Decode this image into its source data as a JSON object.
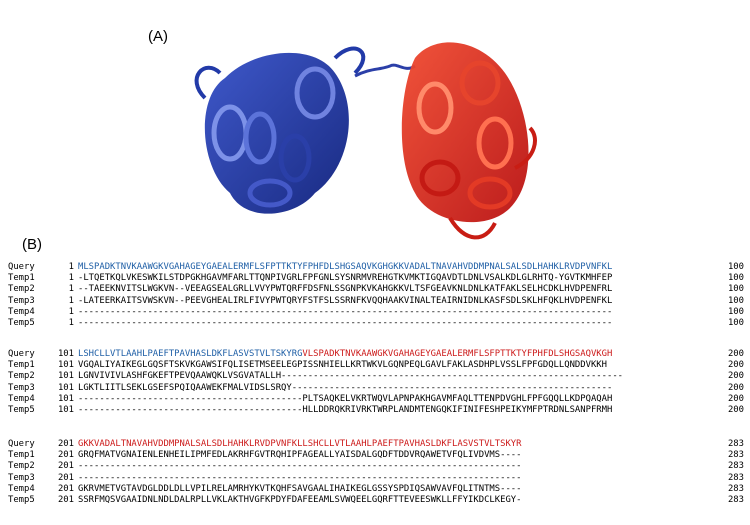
{
  "panel_labels": {
    "a": "(A)",
    "b": "(B)"
  },
  "colors": {
    "domain1": "#1f3fa6",
    "domain2": "#cc1a1a",
    "seq_domain1": "#1f5fa6",
    "seq_domain2": "#cc1a1a"
  },
  "alignment": {
    "blocks": [
      {
        "rows": [
          {
            "name": "Query",
            "start": "1",
            "end": "100",
            "segments": [
              {
                "text": "MLSPADKTNVKAAWGKVGAHAGEYGAEALERMFLSFPTTKTYFPHFDLSHGSAQVKGHGKKVADALTNAVAHVDDMPNALSALSDLHAHKLRVDPVNFKL",
                "color": "blue"
              }
            ]
          },
          {
            "name": "Temp1",
            "start": "1",
            "end": "100",
            "segments": [
              {
                "text": "-LTQETKQLVKESWKILSTDPGKHGAVMFARLTTQNPIVGRLFPFGNLSYSNRMVREHGTKVMKTIGQAVDTLDNLVSALKDLGLRHTQ-YGVTKMHFEP",
                "color": ""
              }
            ]
          },
          {
            "name": "Temp2",
            "start": "1",
            "end": "100",
            "segments": [
              {
                "text": "--TAEEKNVITSLWGKVN--VEEAGSEALGRLLVVYPWTQRFFDSFNLSSGNPKVKAHGKKVLTSFGEAVKNLDNLKATFAKLSELHCDKLHVDPENFRL",
                "color": ""
              }
            ]
          },
          {
            "name": "Temp3",
            "start": "1",
            "end": "100",
            "segments": [
              {
                "text": "-LATEERKAITSVWSKVN--PEEVGHEALIRLFIVYPWTQRYFSTFSLSSRNFKVQQHAAKVINALTEAIRNIDNLKASFSDLSKLHFQKLHVDPENFKL",
                "color": ""
              }
            ]
          },
          {
            "name": "Temp4",
            "start": "1",
            "end": "100",
            "segments": [
              {
                "text": "----------------------------------------------------------------------------------------------------",
                "color": ""
              }
            ]
          },
          {
            "name": "Temp5",
            "start": "1",
            "end": "100",
            "segments": [
              {
                "text": "----------------------------------------------------------------------------------------------------",
                "color": ""
              }
            ]
          }
        ]
      },
      {
        "rows": [
          {
            "name": "Query",
            "start": "101",
            "end": "200",
            "segments": [
              {
                "text": "LSHCLLVTLAAHLPAEFTPAVHASLDKFLASVSTVLTSKYRG",
                "color": "blue"
              },
              {
                "text": "VLSPADKTNVKAAWGKVGAHAGEYGAEALERMFLSFPTTKTYFPHFDLSHGSAQVKGH",
                "color": "red"
              }
            ]
          },
          {
            "name": "Temp1",
            "start": "101",
            "end": "200",
            "segments": [
              {
                "text": "VGQALIYAIKEGLGQSFTSKVKGAWSIFQLISETMSEELEGPISSNHIELLKRTWKVLGQNPEQLGAVLFAKLASDHPLVSSLFPFGDQLLQNDDVKKH",
                "color": ""
              }
            ]
          },
          {
            "name": "Temp2",
            "start": "101",
            "end": "200",
            "segments": [
              {
                "text": "LGNVIVIVLASHFGKEFTPEVQAAWQKLVSGVATALLH----------------------------------------------------------------",
                "color": ""
              }
            ]
          },
          {
            "name": "Temp3",
            "start": "101",
            "end": "200",
            "segments": [
              {
                "text": "LGKTLIITLSEKLGSEFSPQIQAAWEKFMALVIDSLSRQY------------------------------------------------------------",
                "color": ""
              }
            ]
          },
          {
            "name": "Temp4",
            "start": "101",
            "end": "200",
            "segments": [
              {
                "text": "------------------------------------------PLTSAQKELVKRTWQVLAPNPAKHGAVMFAQLTTENPDVGHLFPFGQQLLKDPQAQAH",
                "color": ""
              }
            ]
          },
          {
            "name": "Temp5",
            "start": "101",
            "end": "200",
            "segments": [
              {
                "text": "------------------------------------------HLLDDRQKRIVRKTWRPLANDMTENGQKIFINIFESHPEIKYMFPTRDNLSANPFRMH",
                "color": ""
              }
            ]
          }
        ]
      },
      {
        "rows": [
          {
            "name": "Query",
            "start": "201",
            "end": "283",
            "segments": [
              {
                "text": "GKKVADALTNAVAHVDDMPNALSALSDLHAHKLRVDPVNFKLLSHCLLVTLAAHLPAEFTPAVHASLDKFLASVSTVLTSKYR",
                "color": "red"
              }
            ]
          },
          {
            "name": "Temp1",
            "start": "201",
            "end": "283",
            "segments": [
              {
                "text": "GRQFMATVGNAIENLENHEILIPMFEDLAKRHFGVTRQHIPFAGEALLYAISDALGQDFTDDVRQAWETVFQLIVDVMS----",
                "color": ""
              }
            ]
          },
          {
            "name": "Temp2",
            "start": "201",
            "end": "283",
            "segments": [
              {
                "text": "-----------------------------------------------------------------------------------",
                "color": ""
              }
            ]
          },
          {
            "name": "Temp3",
            "start": "201",
            "end": "283",
            "segments": [
              {
                "text": "-----------------------------------------------------------------------------------",
                "color": ""
              }
            ]
          },
          {
            "name": "Temp4",
            "start": "201",
            "end": "283",
            "segments": [
              {
                "text": "GKRVMETVGTAVDGLDDLDLLVPILRELAMRHYKVTKQHFSAVGAALIHAIKEGLGSSYSPDIQSAWVAVFQLITNTMS----",
                "color": ""
              }
            ]
          },
          {
            "name": "Temp5",
            "start": "201",
            "end": "283",
            "segments": [
              {
                "text": "SSRFMQSVGAAIDNLNDLDALRPLLVKLAKTHVGFKPDYFDAFEEAMLSVWQEELGQRFTTEVEESWKLLFFYIKDCLKEGY-",
                "color": ""
              }
            ]
          }
        ]
      }
    ]
  }
}
